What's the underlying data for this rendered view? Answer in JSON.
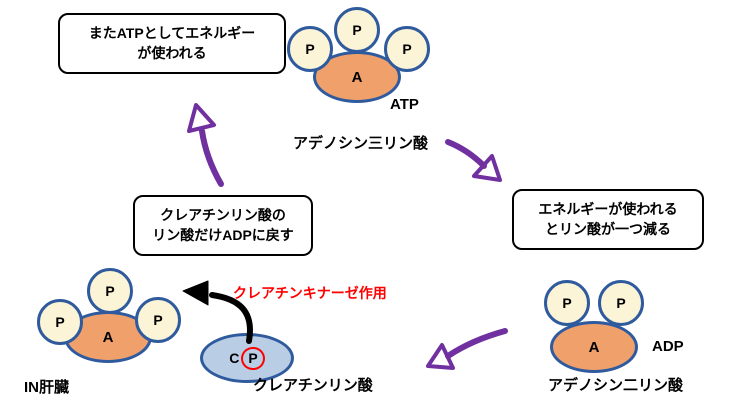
{
  "colors": {
    "phosphate_fill": "#FCF4D6",
    "adenosine_fill": "#F0A06B",
    "creatine_fill": "#B9CDE5",
    "molecule_border": "#2F5B9E",
    "arrow_purple": "#7030A0",
    "kinase_red": "#FF0000",
    "box_border": "#000000"
  },
  "boxes": {
    "reuse_energy": {
      "line1": "またATPとしてエネルギー",
      "line2": "が使われる"
    },
    "energy_used": {
      "line1": "エネルギーが使われる",
      "line2": "とリン酸が一つ減る"
    },
    "return_phosphate": {
      "line1": "クレアチンリン酸の",
      "line2": "リン酸だけADPに戻す"
    }
  },
  "molecules": {
    "atp_top": {
      "a_label": "A",
      "p_label": "P",
      "name": "ATP",
      "sublabel": "アデノシン三リン酸"
    },
    "adp": {
      "a_label": "A",
      "p_label": "P",
      "name": "ADP",
      "sublabel": "アデノシン二リン酸"
    },
    "atp_regenerated": {
      "a_label": "A",
      "p_label": "P",
      "caption": "IN肝臓"
    },
    "creatine_phosphate": {
      "c_label": "C",
      "p_label": "P",
      "caption": "クレアチンリン酸"
    }
  },
  "annotations": {
    "kinase": "クレアチンキナーゼ作用"
  }
}
